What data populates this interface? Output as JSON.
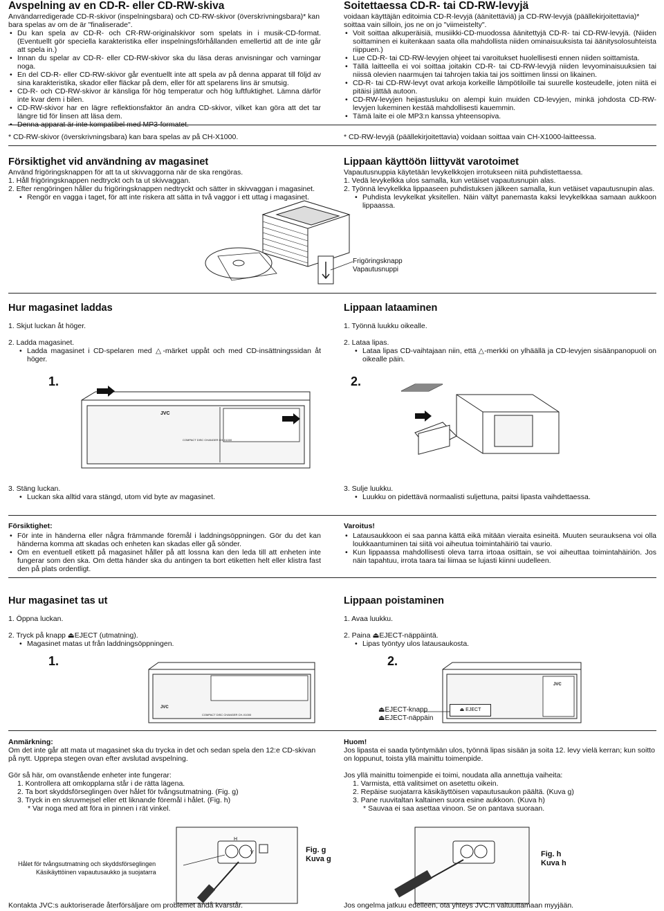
{
  "s1": {
    "left_title": "Avspelning av en CD-R- eller CD-RW-skiva",
    "left_intro": "Användarredigerade CD-R-skivor (inspelningsbara) och CD-RW-skivor (överskrivningsbara)* kan bara spelas av om de är \"finaliserade\".",
    "left_bullets": [
      "Du kan spela av CD-R- och CR-RW-originalskivor som spelats in i musik-CD-format. (Eventuellt gör speciella karakteristika eller inspelningsförhållanden emellertid att de inte går att spela in.)",
      "Innan du spelar av CD-R- eller CD-RW-skivor ska du läsa deras anvisningar och varningar noga.",
      "En del CD-R- eller CD-RW-skivor går eventuellt inte att spela av på denna apparat till följd av sina karakteristika, skador eller fläckar på dem, eller för att spelarens lins är smutsig.",
      "CD-R- och CD-RW-skivor är känsliga för hög temperatur och hög luftfuktighet. Lämna därför inte kvar dem i bilen.",
      "CD-RW-skivor har en lägre reflektionsfaktor än andra CD-skivor, vilket kan göra att det tar längre tid för linsen att läsa dem.",
      "Denna apparat är inte kompatibel med MP3-formatet."
    ],
    "right_title": "Soitettaessa CD-R- tai CD-RW-levyjä",
    "right_intro": "voidaan käyttäjän editoimia CD-R-levyjä (äänitettäviä) ja CD-RW-levyjä (päällekirjoitettavia)* soittaa vain silloin, jos ne on jo \"viimeistelty\".",
    "right_bullets": [
      "Voit soittaa alkuperäisiä, musiikki-CD-muodossa äänitettyjä CD-R- tai CD-RW-levyjä. (Niiden soittaminen ei kuitenkaan saata olla mahdollista niiden ominaisuuksista tai äänitysolosuhteista riippuen.)",
      "Lue CD-R- tai CD-RW-levyjen ohjeet tai varoitukset huolellisesti ennen niiden soittamista.",
      "Tällä laitteella ei voi soittaa joitakin CD-R- tai CD-RW-levyjä niiden levyominaisuuksien tai niissä olevien naarmujen tai tahrojen takia tai jos soittimen linssi on likainen.",
      "CD-R- tai CD-RW-levyt ovat arkoja korkeille lämpötiloille tai suurelle kosteudelle, joten niitä ei pitäisi jättää autoon.",
      "CD-RW-levyjen heijastusluku on alempi kuin muiden CD-levyjen, minkä johdosta CD-RW-levyjen lukeminen kestää mahdollisesti kauemmin.",
      "Tämä laite ei ole MP3:n kanssa yhteensopiva."
    ],
    "left_note": "*  CD-RW-skivor (överskrivningsbara) kan bara spelas av på CH-X1000.",
    "right_note": "*  CD-RW-levyjä (päällekirjoitettavia) voidaan soittaa vain CH-X1000-laitteessa."
  },
  "s2": {
    "left_title": "Försiktighet vid användning av magasinet",
    "left_lines": [
      "Använd frigöringsknappen för att ta ut skivvaggorna när de ska rengöras.",
      "1. Håll frigöringsknappen nedtryckt och ta ut skivvaggan.",
      "2. Efter rengöringen håller du frigöringsknappen nedtryckt och sätter in skivvaggan i magasinet."
    ],
    "left_bullet": "Rengör en vagga i taget, för att inte riskera att sätta in två vaggor i ett uttag i magasinet.",
    "right_title": "Lippaan käyttöön liittyvät varotoimet",
    "right_lines": [
      "Vapautusnuppia käytetään levykelkkojen irrotukseen niitä puhdistettaessa.",
      "1. Vedä levykelkka ulos samalla, kun vetäiset vapautusnupin alas.",
      "2. Työnnä levykelkka lippaaseen puhdistuksen jälkeen samalla, kun vetäiset vapautusnupin alas."
    ],
    "right_bullet": "Puhdista levykelkat yksitellen. Näin vältyt panemasta kaksi levykelkkaa samaan aukkoon lippaassa.",
    "label_sv": "Frigöringsknapp",
    "label_fi": "Vapautusnuppi"
  },
  "s3": {
    "left_title": "Hur magasinet laddas",
    "left_step1": "1. Skjut luckan åt höger.",
    "left_step2": "2. Ladda magasinet.",
    "left_bullet2": "Ladda magasinet i CD-spelaren med △-märket uppåt och med CD-insättningssidan åt höger.",
    "right_title": "Lippaan lataaminen",
    "right_step1": "1. Työnnä luukku oikealle.",
    "right_step2": "2. Lataa lipas.",
    "right_bullet2": "Lataa lipas CD-vaihtajaan niin, että △-merkki on ylhäällä ja CD-levyjen sisäänpanopuoli on oikealle päin.",
    "fig1": "1.",
    "fig2": "2.",
    "brand": "JVC",
    "model": "COMPACT DISC CHANGER  CH-X1000",
    "left_step3": "3. Stäng luckan.",
    "left_bullet3": "Luckan ska alltid vara stängd, utom vid byte av magasinet.",
    "right_step3": "3. Sulje luukku.",
    "right_bullet3": "Luukku on pidettävä normaalisti suljettuna, paitsi lipasta vaihdettaessa."
  },
  "caution": {
    "left_title": "Försiktighet:",
    "left_bullets": [
      "För inte in händerna eller några främmande föremål i laddningsöppningen. Gör du det kan händerna komma att skadas och enheten kan skadas eller gå sönder.",
      "Om en eventuell etikett på magasinet håller på att lossna kan den leda till att enheten inte fungerar som den ska. Om detta händer ska du antingen ta bort etiketten helt eller klistra fast den på plats ordentligt."
    ],
    "right_title": "Varoitus!",
    "right_bullets": [
      "Latausaukkoon ei saa panna kättä eikä mitään vieraita esineitä. Muuten seurauksena voi olla loukkaantuminen tai siitä voi aiheutua toimintahäiriö tai vaurio.",
      "Kun lippaassa mahdollisesti oleva tarra irtoaa osittain, se voi aiheuttaa toimintahäiriön. Jos näin tapahtuu, irrota taara tai liimaa se lujasti kiinni uudelleen."
    ]
  },
  "s4": {
    "left_title": "Hur magasinet tas ut",
    "left_step1": "1. Öppna luckan.",
    "left_step2": "2. Tryck på knapp ⏏EJECT (utmatning).",
    "left_bullet2": "Magasinet matas ut från laddningsöppningen.",
    "right_title": "Lippaan poistaminen",
    "right_step1": "1. Avaa luukku.",
    "right_step2": "2. Paina ⏏EJECT-näppäintä.",
    "right_bullet2": "Lipas työntyy ulos latausaukosta.",
    "fig1": "1.",
    "fig2": "2.",
    "eject_sv": "⏏EJECT-knapp",
    "eject_fi": "⏏EJECT-näppäin",
    "eject_btn": "⏏ EJECT"
  },
  "s5": {
    "left_title": "Anmärkning:",
    "left_p1": "Om det inte går att mata ut magasinet ska du trycka in det och sedan spela den 12:e CD-skivan på nytt. Upprepa stegen ovan efter avslutad avspelning.",
    "left_p2": "Gör så här, om ovanstående enheter inte fungerar:",
    "left_steps": [
      "1. Kontrollera att omkopplarna står i de rätta lägena.",
      "2. Ta bort skyddsförseglingen över hålet för tvångsutmatning. (Fig. g)",
      "3. Tryck in en skruvmejsel eller ett liknande föremål i hålet. (Fig. h)"
    ],
    "left_star": "* Var noga med att föra in pinnen i rät vinkel.",
    "right_title": "Huom!",
    "right_p1": "Jos lipasta ei saada työntymään ulos, työnnä lipas sisään ja soita 12. levy vielä kerran; kun soitto on loppunut, toista yllä mainittu toimenpide.",
    "right_p2": "Jos yllä mainittu toimenpide ei toimi, noudata alla annettuja vaiheita:",
    "right_steps": [
      "1. Varmista, että valitsimet on asetettu oikein.",
      "2. Repäise suojatarra käsikäyttöisen vapautusaukon päältä. (Kuva g)",
      "3. Pane ruuvitaltan kaltainen suora esine aukkoon. (Kuva h)"
    ],
    "right_star": "* Sauvaa ei saa asettaa vinoon. Se on pantava suoraan.",
    "hole_sv": "Hålet för tvångsutmatning och skyddsförseglingen",
    "hole_fi": "Käsikäyttöinen vapautusaukko ja suojatarra",
    "fig_g_sv": "Fig. g",
    "fig_g_fi": "Kuva g",
    "fig_h_sv": "Fig. h",
    "fig_h_fi": "Kuva h",
    "switch_h": "H",
    "switch_v": "V",
    "footer_sv": "Kontakta JVC:s auktoriserade återförsäljare om problemet ändå kvarstår.",
    "footer_fi": "Jos ongelma jatkuu edelleen, ota yhteys JVC:n valtuuttamaan myyjään."
  }
}
